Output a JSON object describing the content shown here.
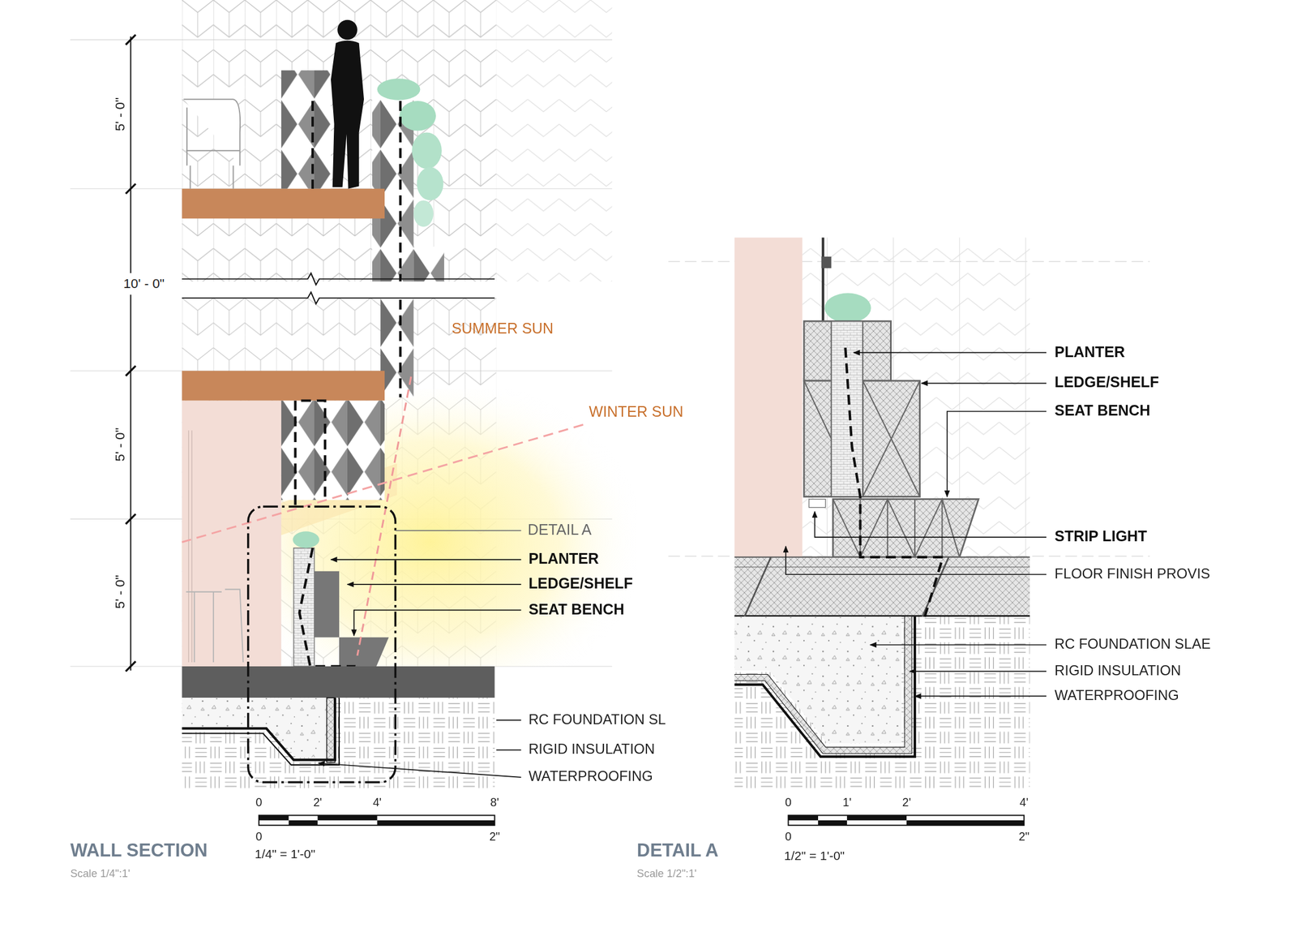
{
  "diagram": {
    "labels": [
      "5' - 0\"",
      "10' - 0\"",
      "5' - 0\"",
      "5' - 0\"",
      "SUMMER SUN",
      "WINTER SUN",
      "DETAIL A",
      "PLANTER",
      "LEDGE/SHELF",
      "SEAT BENCH",
      "RC FOUNDATION SL",
      "RIGID INSULATION",
      "WATERPROOFING",
      "0",
      "2'",
      "4'",
      "8'",
      "0",
      "2\"",
      "1/4\" = 1'-0\"",
      "WALL SECTION",
      "Scale 1/4\":1'",
      "PLANTER",
      "LEDGE/SHELF",
      "SEAT BENCH",
      "STRIP LIGHT",
      "FLOOR FINISH PROVIS",
      "RC FOUNDATION SLAE",
      "RIGID INSULATION",
      "WATERPROOFING",
      "0",
      "1'",
      "2'",
      "4'",
      "0",
      "2\"",
      "1/2\" = 1'-0\"",
      "DETAIL A",
      "Scale 1/2\":1'"
    ]
  }
}
